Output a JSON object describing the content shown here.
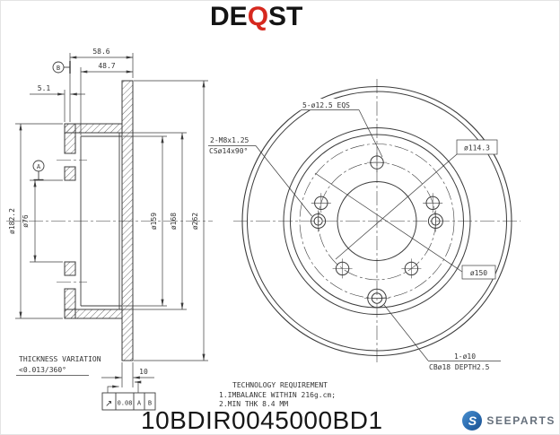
{
  "header": {
    "brand": {
      "part1": "DE",
      "part2": "Q",
      "part3": "ST"
    }
  },
  "section_view": {
    "dim_total_width": "58.6",
    "dim_hat_depth": "48.7",
    "dim_flange_thickness": "5.1",
    "dim_flange_od": "ø182.2",
    "dim_center_bore": "ø76",
    "dim_inner_dia_1": "ø159",
    "dim_inner_dia_2": "ø168",
    "dim_outer_dia": "ø262",
    "dim_disc_thickness": "10",
    "datum_a": "A",
    "datum_b": "B",
    "thickness_variation_line1": "THICKNESS VARIATION",
    "thickness_variation_line2": "<0.013/360°",
    "fcf": {
      "symbol": "↗",
      "value": "0.08",
      "ref1": "A",
      "ref2": "B"
    }
  },
  "front_view": {
    "label_bolt_holes": "5-ø12.5 EQS",
    "label_service_hole_line1": "2-M8x1.25",
    "label_service_hole_line2": "CSø14x90°",
    "dim_bolt_circle": "ø114.3",
    "dim_pin_circle": "ø150",
    "label_pin_hole_line1": "1-ø10",
    "label_pin_hole_line2": "CBø18 DEPTH2.5"
  },
  "notes": {
    "title": "TECHNOLOGY REQUIREMENT",
    "item1": "1.IMBALANCE WITHIN 216g.cm;",
    "item2": "2.MIN THK 8.4 MM"
  },
  "footer": {
    "part_number": "10BDIR0045000BD1",
    "brand": {
      "icon_letter": "S",
      "name": "SEEPARTS"
    }
  },
  "colors": {
    "line": "#3c3c3c",
    "brand_red": "#d6281e",
    "logo_blue": "#2b6cb0",
    "logo_text": "#66707c"
  }
}
